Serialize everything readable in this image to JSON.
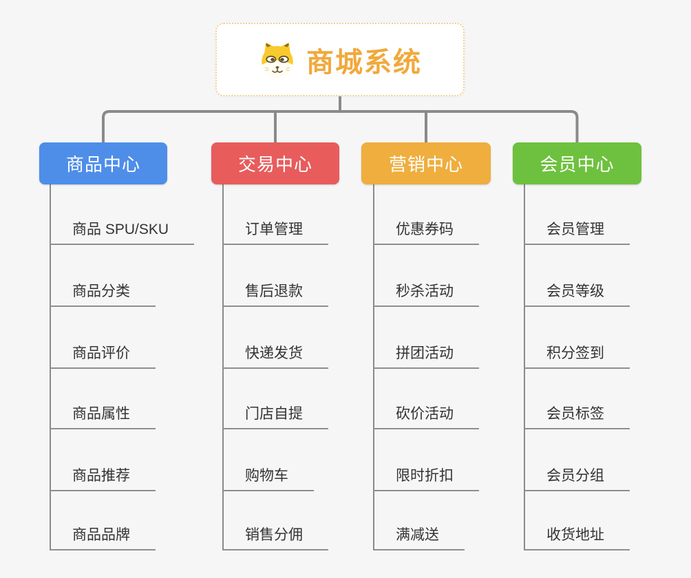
{
  "root": {
    "label": "商城系统",
    "icon": "dog-mascot-icon",
    "text_color": "#f0a93c",
    "border_color": "#f6cd8e"
  },
  "branches": [
    {
      "label": "商品中心",
      "color": "#4e8ee9",
      "children": [
        "商品 SPU/SKU",
        "商品分类",
        "商品评价",
        "商品属性",
        "商品推荐",
        "商品品牌"
      ]
    },
    {
      "label": "交易中心",
      "color": "#e85c5c",
      "children": [
        "订单管理",
        "售后退款",
        "快递发货",
        "门店自提",
        "购物车",
        "销售分佣"
      ]
    },
    {
      "label": "营销中心",
      "color": "#efae3e",
      "children": [
        "优惠券码",
        "秒杀活动",
        "拼团活动",
        "砍价活动",
        "限时折扣",
        "满减送"
      ]
    },
    {
      "label": "会员中心",
      "color": "#6ec13e",
      "children": [
        "会员管理",
        "会员等级",
        "积分签到",
        "会员标签",
        "会员分组",
        "收货地址"
      ]
    }
  ],
  "colors": {
    "background": "#f6f6f7",
    "connector": "#8a8a8a",
    "leaf_text": "#333333",
    "leaf_underline": "#8e8e8e"
  }
}
